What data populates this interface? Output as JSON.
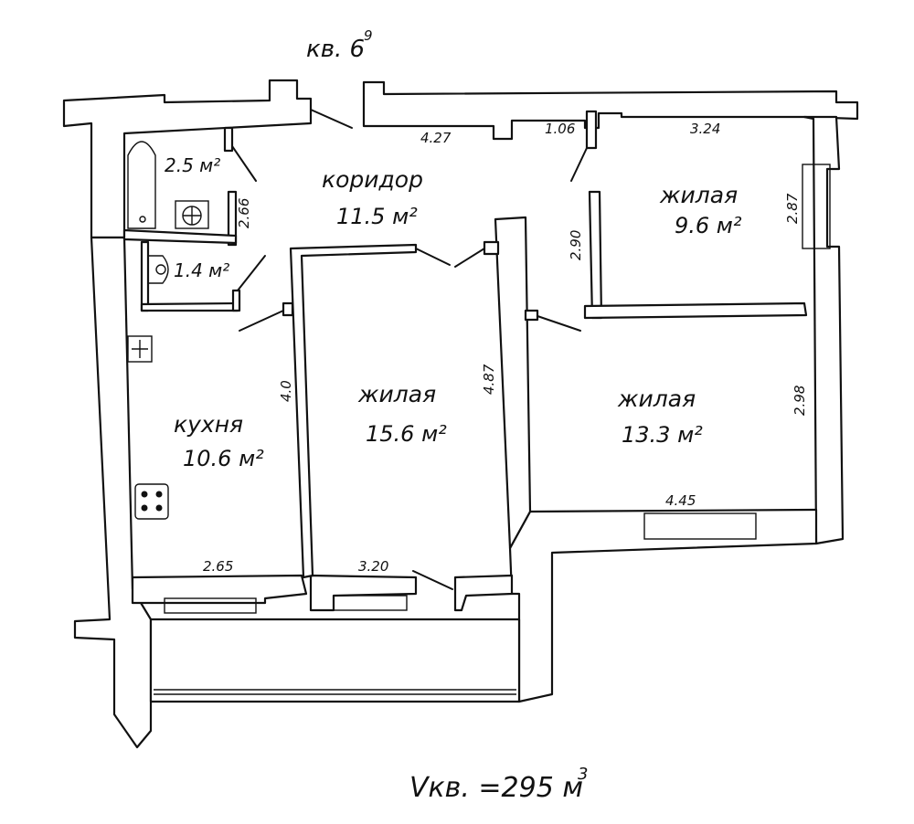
{
  "header": {
    "title": "кв. 6",
    "title_sup": "9"
  },
  "rooms": {
    "corridor": {
      "name": "коридор",
      "area": "11.5 м²"
    },
    "bathroom": {
      "area": "2.5 м²"
    },
    "toilet": {
      "area": "1.4 м²"
    },
    "kitchen": {
      "name": "кухня",
      "area": "10.6 м²"
    },
    "living_center": {
      "name": "жилая",
      "area": "15.6 м²"
    },
    "living_right_top": {
      "name": "жилая",
      "area": "9.6 м²"
    },
    "living_right_bottom": {
      "name": "жилая",
      "area": "13.3 м²"
    }
  },
  "dimensions": {
    "corridor_top": "4.27",
    "top_mid": "1.06",
    "room_top_width": "3.24",
    "room_top_right": "2.87",
    "room_top_left": "2.90",
    "bath_side": "2.66",
    "kitchen_side": "4.0",
    "living_center_side": "4.87",
    "room_bottom_right": "2.98",
    "room_bottom_width": "4.45",
    "kitchen_width": "2.65",
    "living_center_width": "3.20"
  },
  "footer": {
    "volume": "Vкв. =295 м",
    "volume_sup": "3"
  }
}
